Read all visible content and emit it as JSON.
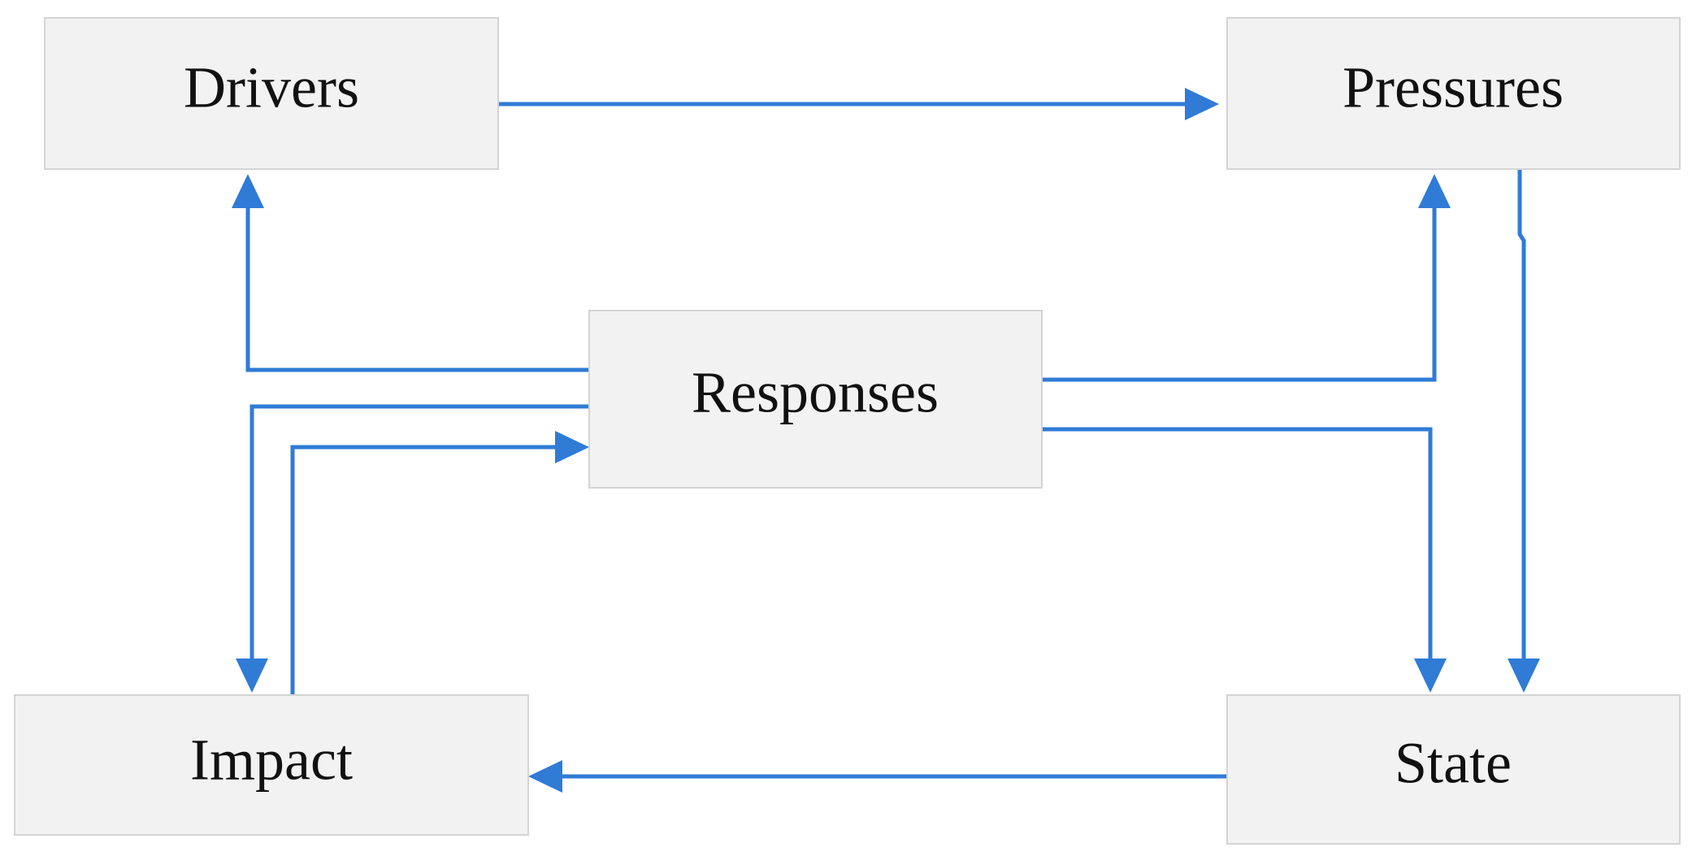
{
  "nodes": {
    "drivers": {
      "label": "Drivers"
    },
    "pressures": {
      "label": "Pressures"
    },
    "responses": {
      "label": "Responses"
    },
    "impact": {
      "label": "Impact"
    },
    "state": {
      "label": "State"
    }
  },
  "edges": [
    {
      "from": "drivers",
      "to": "pressures"
    },
    {
      "from": "pressures",
      "to": "state"
    },
    {
      "from": "state",
      "to": "impact"
    },
    {
      "from": "impact",
      "to": "responses"
    },
    {
      "from": "responses",
      "to": "drivers"
    },
    {
      "from": "responses",
      "to": "pressures"
    },
    {
      "from": "responses",
      "to": "state"
    },
    {
      "from": "responses",
      "to": "impact"
    }
  ],
  "colors": {
    "edge": "#2f7bd6",
    "node_fill": "#f2f2f2",
    "node_border": "#d4d4d4"
  }
}
